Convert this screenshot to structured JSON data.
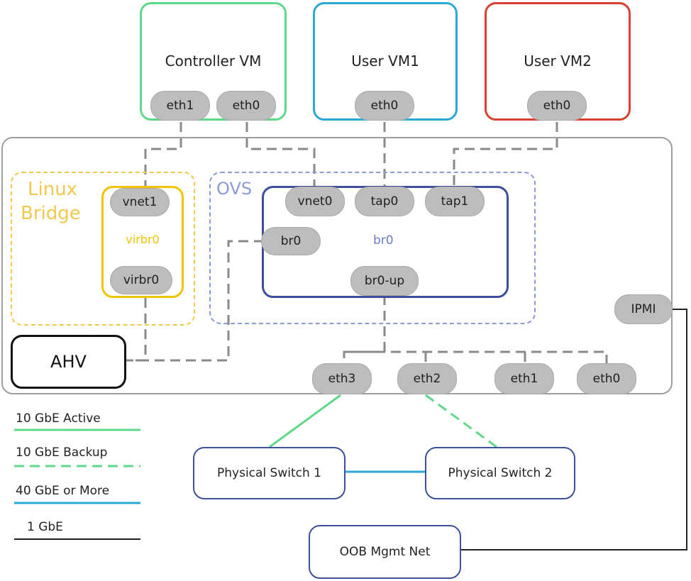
{
  "vms": {
    "controller": {
      "title": "Controller VM",
      "nic_eth1": "eth1",
      "nic_eth0": "eth0",
      "color": "#5fd88a"
    },
    "user1": {
      "title": "User VM1",
      "nic_eth0": "eth0",
      "color": "#2aa8d6"
    },
    "user2": {
      "title": "User VM2",
      "nic_eth0": "eth0",
      "color": "#d8412f"
    }
  },
  "host": {
    "linux_bridge": {
      "title_line1": "Linux",
      "title_line2": "Bridge",
      "color": "#f2c94c",
      "virbr0": {
        "label": "virbr0",
        "vnet1": "vnet1",
        "port": "virbr0",
        "color": "#f2c300"
      }
    },
    "ovs": {
      "title": "OVS",
      "color": "#8b9bd6",
      "br0_port": "br0",
      "bridge": {
        "label": "br0",
        "vnet0": "vnet0",
        "tap0": "tap0",
        "tap1": "tap1",
        "uplink": "br0-up",
        "color": "#3b4f9a"
      }
    },
    "ahv": "AHV",
    "ipmi": "IPMI",
    "nics": [
      "eth3",
      "eth2",
      "eth1",
      "eth0"
    ]
  },
  "switches": {
    "sw1": "Physical Switch 1",
    "sw2": "Physical Switch 2",
    "oob": "OOB Mgmt Net"
  },
  "legend": [
    {
      "label": "10 GbE Active",
      "color": "#5fd88a",
      "style": "solid"
    },
    {
      "label": "10 GbE Backup",
      "color": "#5fd88a",
      "style": "dashed"
    },
    {
      "label": "40 GbE or More",
      "color": "#2aa8d6",
      "style": "solid"
    },
    {
      "label": "1 GbE",
      "color": "#222222",
      "style": "solid"
    }
  ]
}
